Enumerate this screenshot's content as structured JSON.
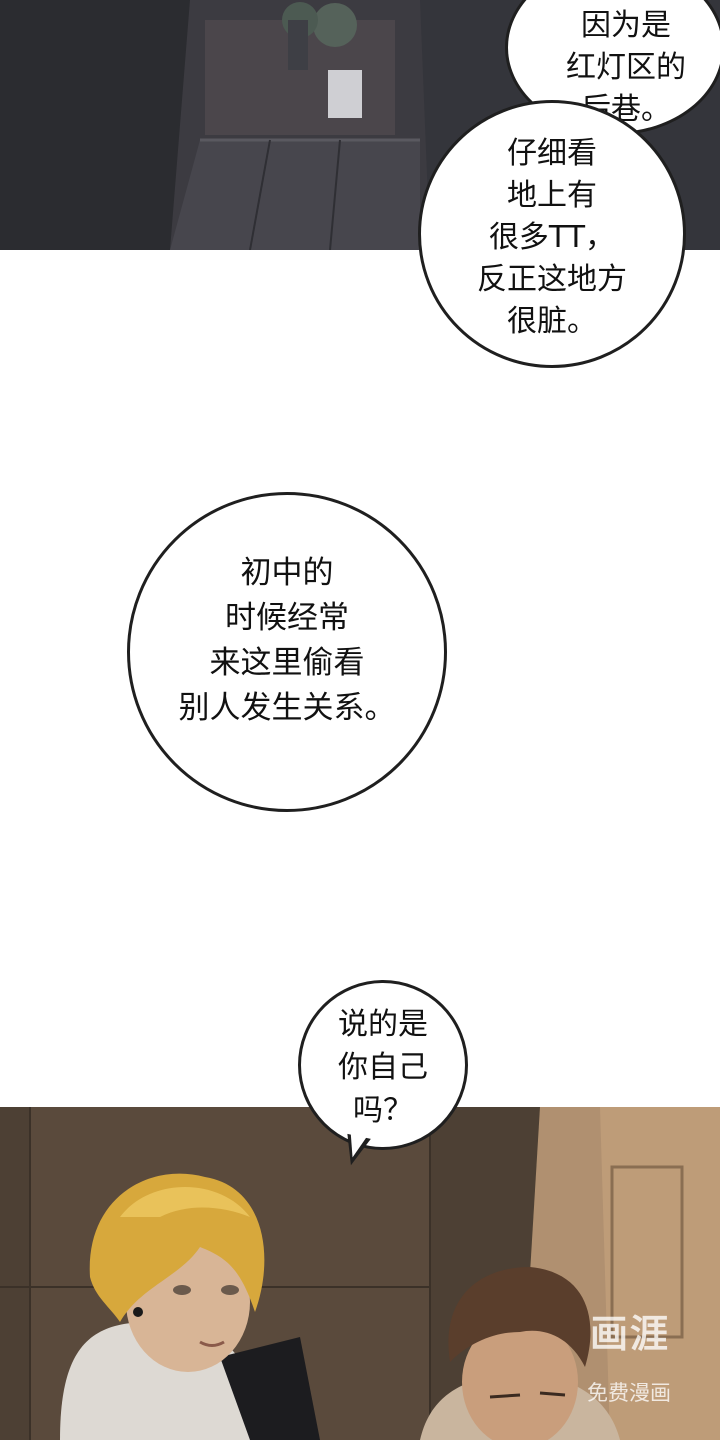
{
  "bubbles": {
    "top_a": "因为是\n红灯区的\n后巷。",
    "top_b": "仔细看\n地上有\n很多TT，\n反正这地方\n很脏。",
    "middle": "初中的\n时候经常\n来这里偷看\n别人发生关系。",
    "bottom": "说的是\n你自己\n吗？"
  },
  "watermark": {
    "logo": "画涯",
    "subtitle": "免费漫画"
  },
  "colors": {
    "bubble_fill": "#ffffff",
    "bubble_outline": "#1f1f1f",
    "text": "#111111"
  }
}
